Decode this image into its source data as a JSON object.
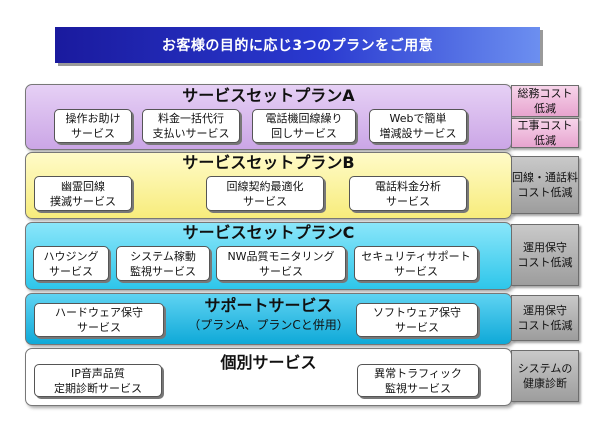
{
  "title": "お客様の目的に応じ3つのプランをご用意",
  "bands": [
    {
      "title": "サービスセットプランA",
      "items": [
        {
          "line1": "操作お助け",
          "line2": "サービス"
        },
        {
          "line1": "料金一括代行",
          "line2": "支払いサービス"
        },
        {
          "line1": "電話機回線繰り",
          "line2": "回しサービス"
        },
        {
          "line1": "Webで簡単",
          "line2": "増減設サービス"
        }
      ]
    },
    {
      "title": "サービスセットプランB",
      "items": [
        {
          "line1": "幽霊回線",
          "line2": "撲滅サービス"
        },
        {
          "line1": "回線契約最適化",
          "line2": "サービス"
        },
        {
          "line1": "電話料金分析",
          "line2": "サービス"
        }
      ]
    },
    {
      "title": "サービスセットプランC",
      "items": [
        {
          "line1": "ハウジング",
          "line2": "サービス"
        },
        {
          "line1": "システム稼動",
          "line2": "監視サービス"
        },
        {
          "line1": "NW品質モニタリング",
          "line2": "サービス"
        },
        {
          "line1": "セキュリティサポート",
          "line2": "サービス"
        }
      ]
    },
    {
      "title": "サポートサービス",
      "subtitle": "（プランA、プランCと併用）",
      "items": [
        {
          "line1": "ハードウェア保守",
          "line2": "サービス"
        },
        {
          "line1": "ソフトウェア保守",
          "line2": "サービス"
        }
      ]
    },
    {
      "title": "個別サービス",
      "items": [
        {
          "line1": "IP音声品質",
          "line2": "定期診断サービス"
        },
        {
          "line1": "異常トラフィック",
          "line2": "監視サービス"
        }
      ]
    }
  ],
  "tags": [
    {
      "line1": "総務コスト",
      "line2": "低減"
    },
    {
      "line1": "工事コスト",
      "line2": "低減"
    },
    {
      "line1": "回線・通話料",
      "line2": "コスト低減"
    },
    {
      "line1": "運用保守",
      "line2": "コスト低減"
    },
    {
      "line1": "運用保守",
      "line2": "コスト低減"
    },
    {
      "line1": "システムの",
      "line2": "健康診断"
    }
  ],
  "colors": {
    "banner": "#1a1a9e",
    "plan_a": "#d8b8ee",
    "plan_b": "#fbf4a0",
    "plan_c": "#3ed0f0",
    "support": "#17b6e3",
    "individual": "#ffffff",
    "tag_gray": "#b4b4b4",
    "tag_pink": "#efbadd"
  }
}
